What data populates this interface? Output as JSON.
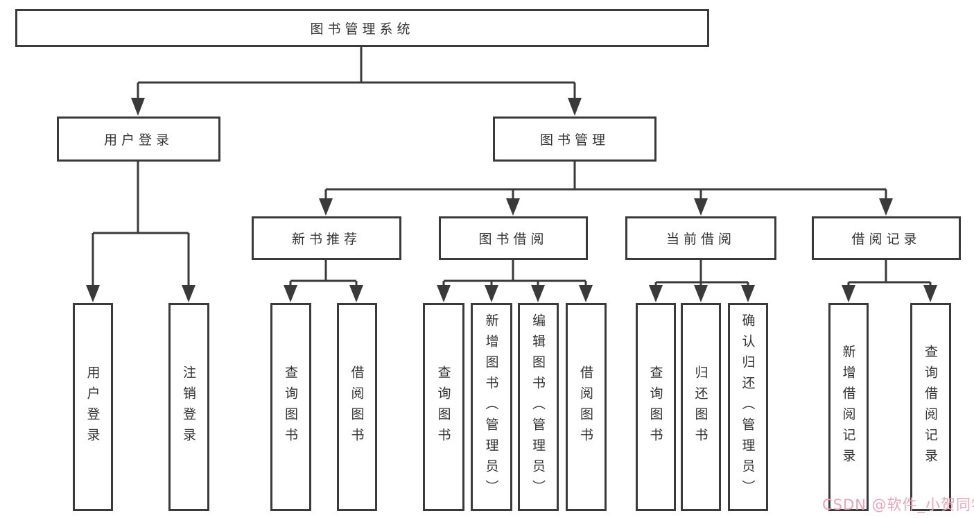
{
  "root": {
    "label": "图书管理系统"
  },
  "branches": [
    {
      "label": "用户登录",
      "children": [
        {
          "label": "用户登录"
        },
        {
          "label": "注销登录"
        }
      ]
    },
    {
      "label": "图书管理",
      "children": [
        {
          "label": "新书推荐",
          "children": [
            {
              "label": "查询图书"
            },
            {
              "label": "借阅图书"
            }
          ]
        },
        {
          "label": "图书借阅",
          "children": [
            {
              "label": "查询图书"
            },
            {
              "label": "新增图书（管理员）"
            },
            {
              "label": "编辑图书（管理员）"
            },
            {
              "label": "借阅图书"
            }
          ]
        },
        {
          "label": "当前借阅",
          "children": [
            {
              "label": "查询图书"
            },
            {
              "label": "归还图书"
            },
            {
              "label": "确认归还（管理员）"
            }
          ]
        },
        {
          "label": "借阅记录",
          "children": [
            {
              "label": "新增借阅记录"
            },
            {
              "label": "查询借阅记录"
            }
          ]
        }
      ]
    }
  ],
  "watermark": {
    "text": "CSDN @软件_小贺同学",
    "color": "#eca3b5"
  },
  "colors": {
    "line": "#3a3a3a",
    "text": "#333333",
    "background": "#ffffff"
  }
}
